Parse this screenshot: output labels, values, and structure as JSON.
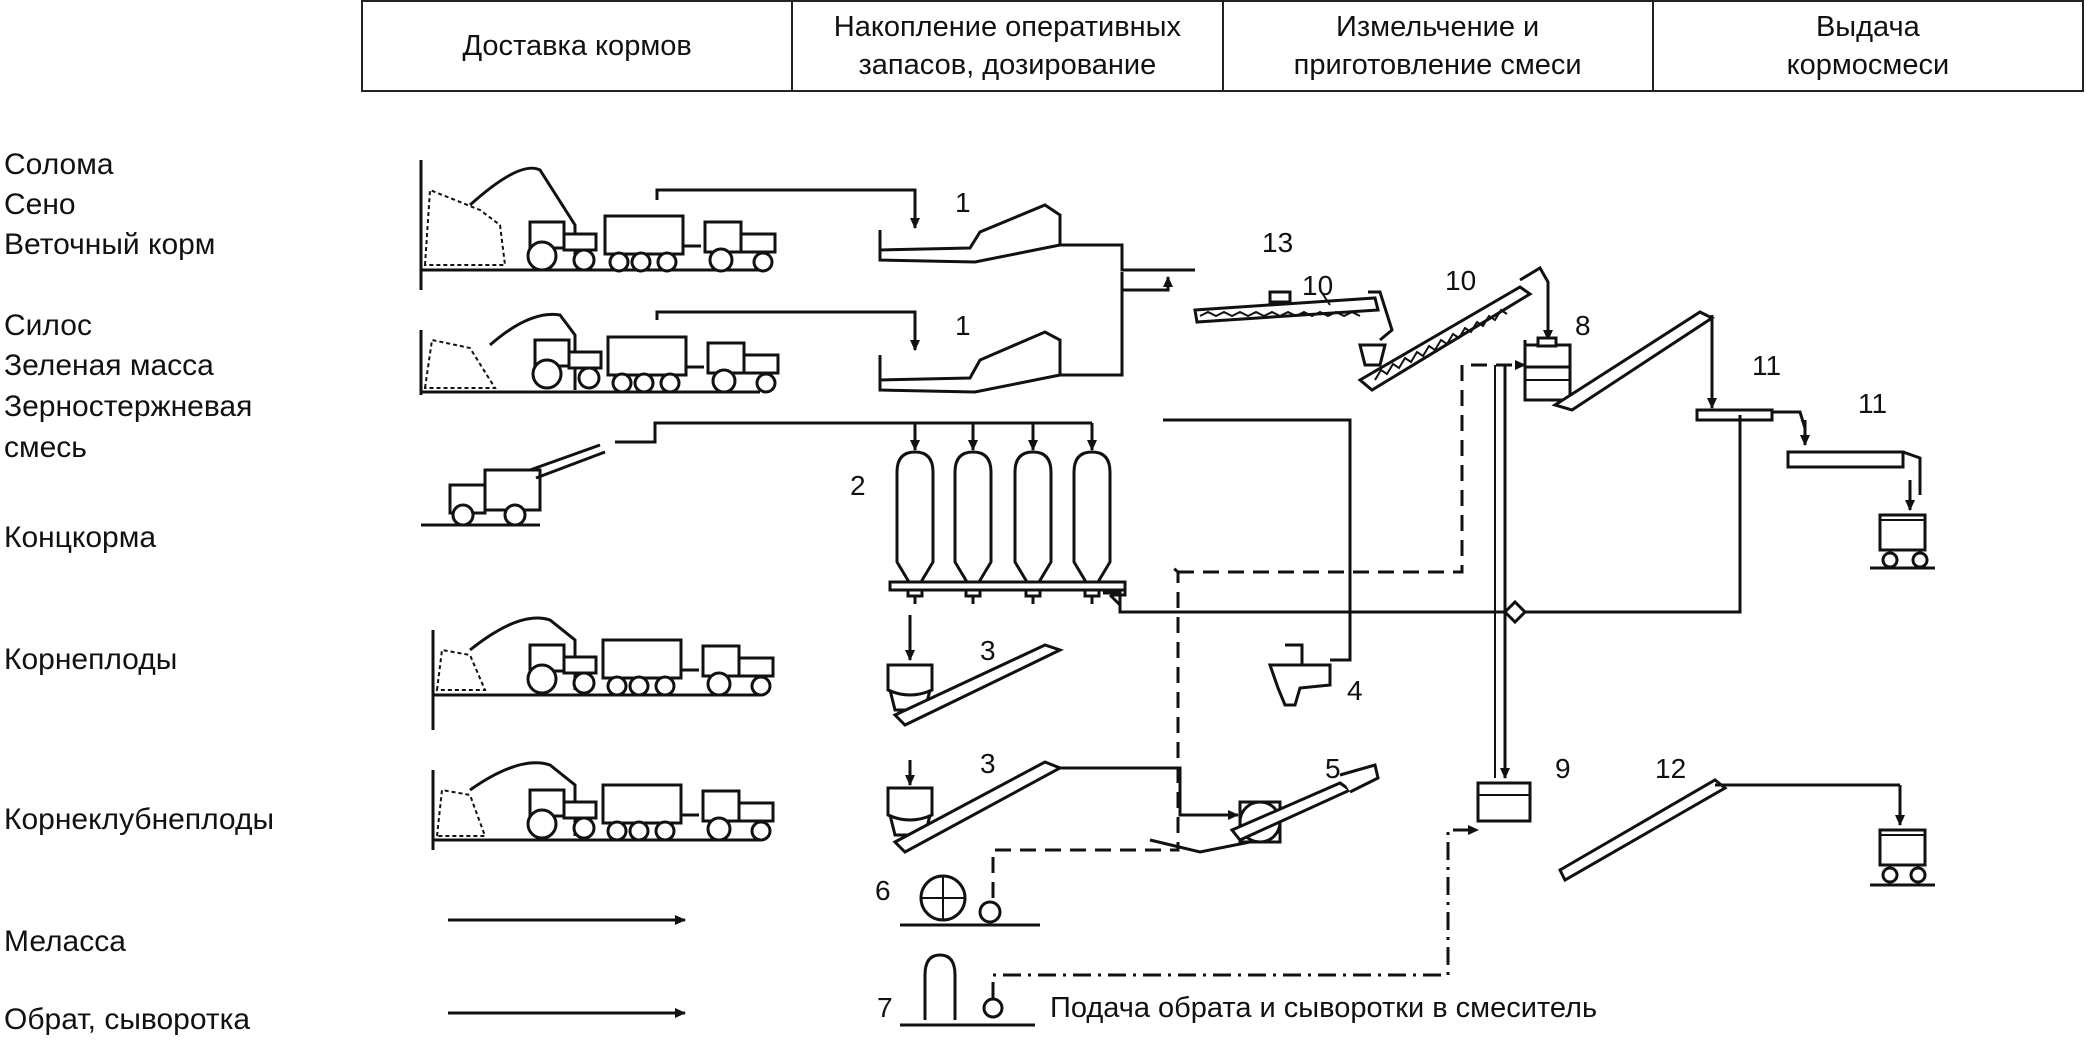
{
  "stages": [
    {
      "line1": "Доставка кормов",
      "line2": ""
    },
    {
      "line1": "Накопление оперативных",
      "line2": "запасов, дозирование"
    },
    {
      "line1": "Измельчение и",
      "line2": "приготовление смеси"
    },
    {
      "line1": "Выдача",
      "line2": "кормосмеси"
    }
  ],
  "feeds": {
    "straw_hay": [
      "Солома",
      "Сено",
      "Веточный корм"
    ],
    "silage": [
      "Силос",
      "Зеленая масса",
      "Зерностержневая",
      "смесь"
    ],
    "concentrates": "Концкорма",
    "roots": "Корнеплоды",
    "root_tubers": "Корнеклубнеплоды",
    "molasses": "Меласса",
    "whey": "Обрат, сыворотка"
  },
  "numbers": {
    "n1a": "1",
    "n1b": "1",
    "n2": "2",
    "n3a": "3",
    "n3b": "3",
    "n4": "4",
    "n5": "5",
    "n6": "6",
    "n7": "7",
    "n8": "8",
    "n9": "9",
    "n10a": "10",
    "n10b": "10",
    "n11a": "11",
    "n11b": "11",
    "n12": "12",
    "n13": "13"
  },
  "caption": "Подача обрата и сыворотки в смеситель"
}
